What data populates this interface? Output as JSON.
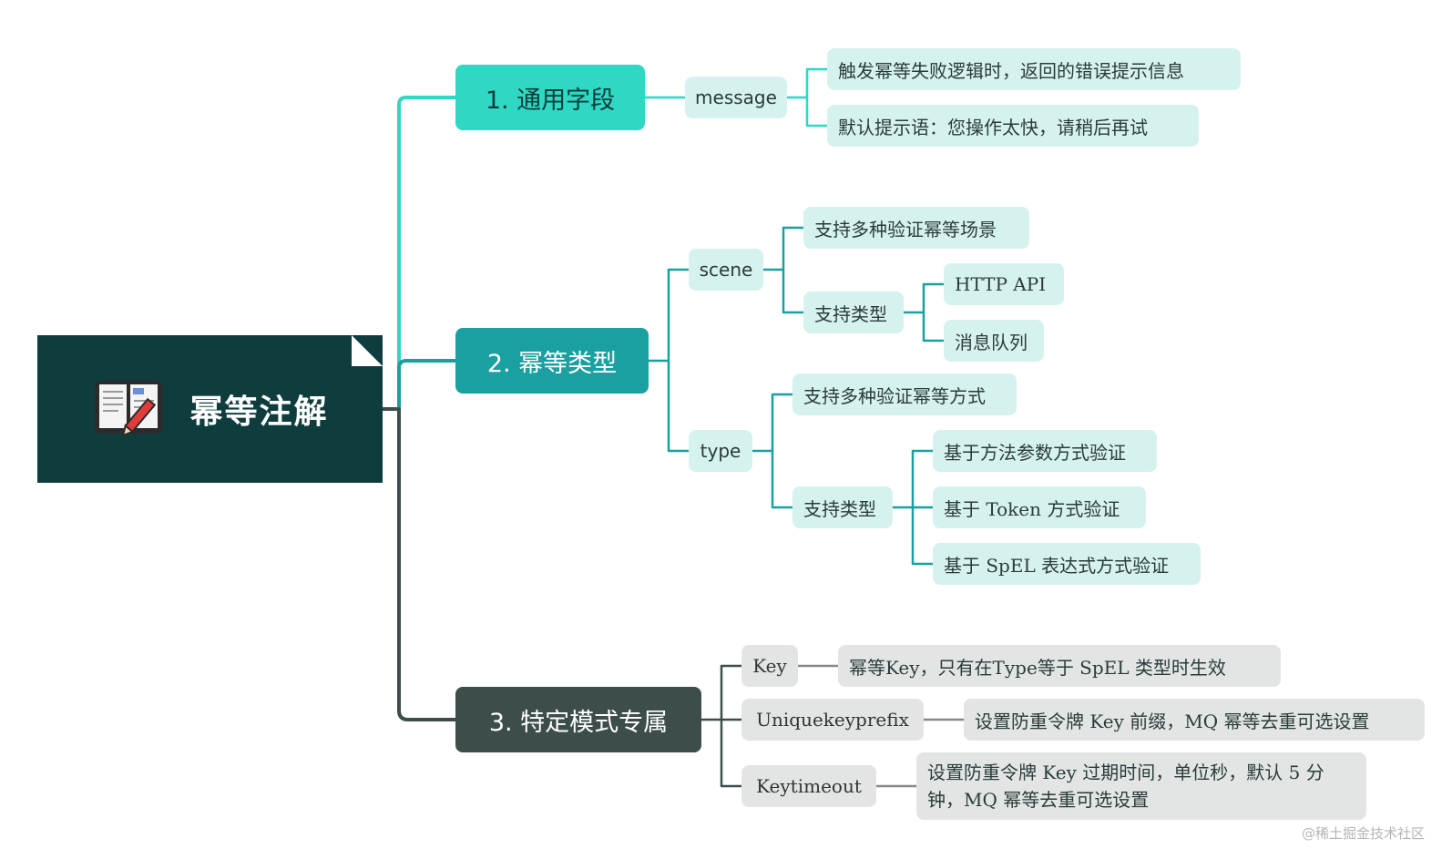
{
  "root": {
    "title": "幂等注解",
    "icon": "book-pencil-icon"
  },
  "branches": [
    {
      "label": "1. 通用字段",
      "color": "#2ed8c3",
      "children": [
        {
          "label": "message",
          "items": [
            "触发幂等失败逻辑时，返回的错误提示信息",
            "默认提示语：您操作太快，请稍后再试"
          ]
        }
      ]
    },
    {
      "label": "2. 幂等类型",
      "color": "#1aa0a0",
      "children": [
        {
          "label": "scene",
          "desc": "支持多种验证幂等场景",
          "types_label": "支持类型",
          "types": [
            "HTTP API",
            "消息队列"
          ]
        },
        {
          "label": "type",
          "desc": "支持多种验证幂等方式",
          "types_label": "支持类型",
          "types": [
            "基于方法参数方式验证",
            "基于 Token 方式验证",
            "基于 SpEL 表达式方式验证"
          ]
        }
      ]
    },
    {
      "label": "3. 特定模式专属",
      "color": "#3c4d4b",
      "children": [
        {
          "label": "Key",
          "desc": "幂等Key，只有在Type等于 SpEL 类型时生效"
        },
        {
          "label": "Uniquekeyprefix",
          "desc": "设置防重令牌 Key 前缀，MQ 幂等去重可选设置"
        },
        {
          "label": "Keytimeout",
          "desc": "设置防重令牌 Key 过期时间，单位秒，默认 5 分钟，MQ 幂等去重可选设置"
        }
      ]
    }
  ],
  "watermark": "@稀土掘金技术社区",
  "colors": {
    "root": "#0f3d3e",
    "teal_light": "#d6f2ef",
    "grey_light": "#e3e5e5"
  }
}
